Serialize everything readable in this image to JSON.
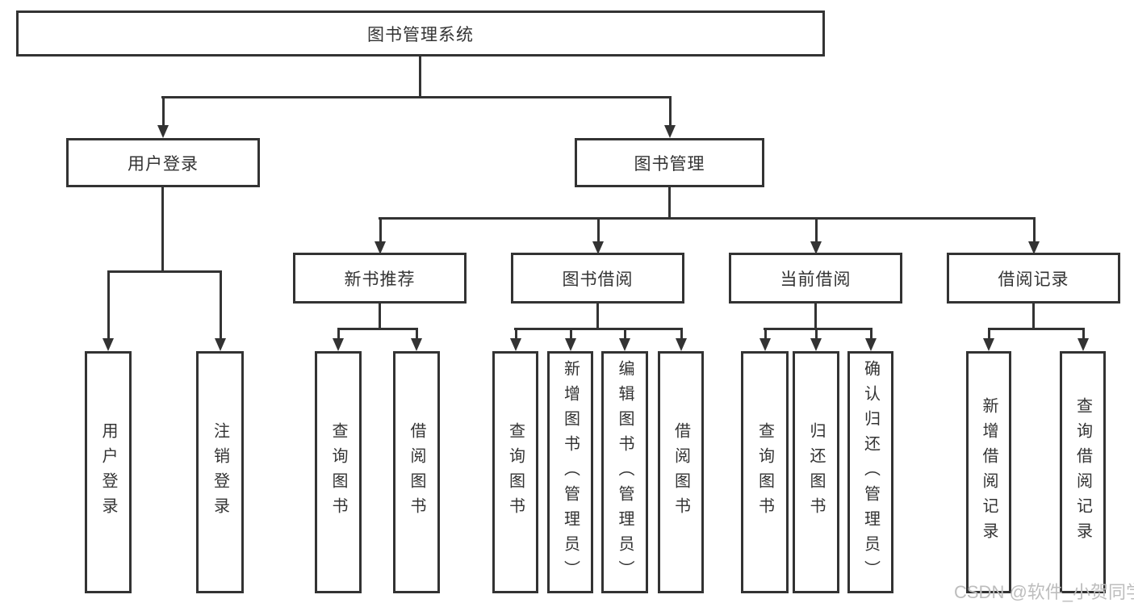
{
  "diagram": {
    "root": {
      "label": "图书管理系统"
    },
    "branches": {
      "user_login": {
        "label": "用户登录",
        "children": [
          {
            "label": "用户登录"
          },
          {
            "label": "注销登录"
          }
        ]
      },
      "book_management": {
        "label": "图书管理",
        "children": [
          {
            "label": "新书推荐",
            "children": [
              {
                "label": "查询图书"
              },
              {
                "label": "借阅图书"
              }
            ]
          },
          {
            "label": "图书借阅",
            "children": [
              {
                "label": "查询图书"
              },
              {
                "label": "新增图书（管理员）"
              },
              {
                "label": "编辑图书（管理员）"
              },
              {
                "label": "借阅图书"
              }
            ]
          },
          {
            "label": "当前借阅",
            "children": [
              {
                "label": "查询图书"
              },
              {
                "label": "归还图书"
              },
              {
                "label": "确认归还（管理员）"
              }
            ]
          },
          {
            "label": "借阅记录",
            "children": [
              {
                "label": "新增借阅记录"
              },
              {
                "label": "查询借阅记录"
              }
            ]
          }
        ]
      }
    }
  },
  "watermark": {
    "text": "CSDN @软件_小贺同学"
  },
  "colors": {
    "line": "#333333",
    "text": "#333333",
    "box_fill": "#ffffff",
    "watermark": "#bdbdbd",
    "background": "#ffffff"
  }
}
